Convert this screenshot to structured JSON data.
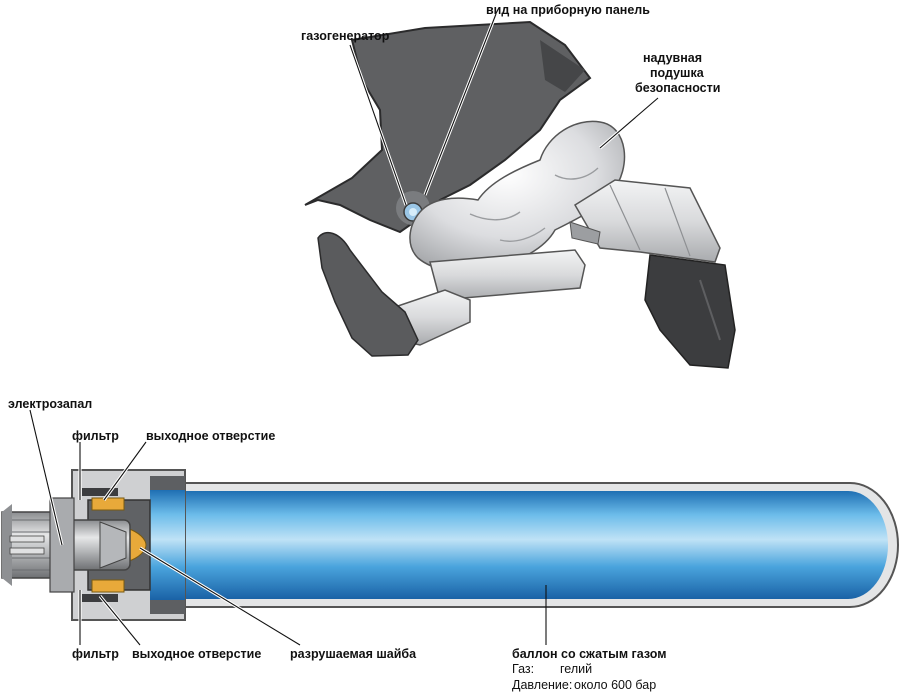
{
  "figure_top": {
    "labels": {
      "instrument_view": "вид на приборную панель",
      "gas_generator": "газогенератор",
      "airbag_line1": "надувная",
      "airbag_line2": "подушка",
      "airbag_line3": "безопасности"
    }
  },
  "figure_bottom": {
    "labels": {
      "igniter": "электрозапал",
      "filter_top": "фильтр",
      "outlet_top": "выходное отверстие",
      "filter_bottom": "фильтр",
      "outlet_bottom": "выходное отверстие",
      "burst_disk": "разрушаемая шайба",
      "cylinder": "баллон со сжатым газом"
    },
    "specs": {
      "gas_label": "Газ:",
      "gas_value": "гелий",
      "pressure_label": "Давление:",
      "pressure_value": "около 600 бар"
    }
  },
  "colors": {
    "dark_grey": "#5f6062",
    "light_grey": "#d8d9db",
    "cylinder_blue": "#3d9bd8",
    "cylinder_highlight": "#b8def5",
    "filter_orange": "#e8a93a"
  }
}
